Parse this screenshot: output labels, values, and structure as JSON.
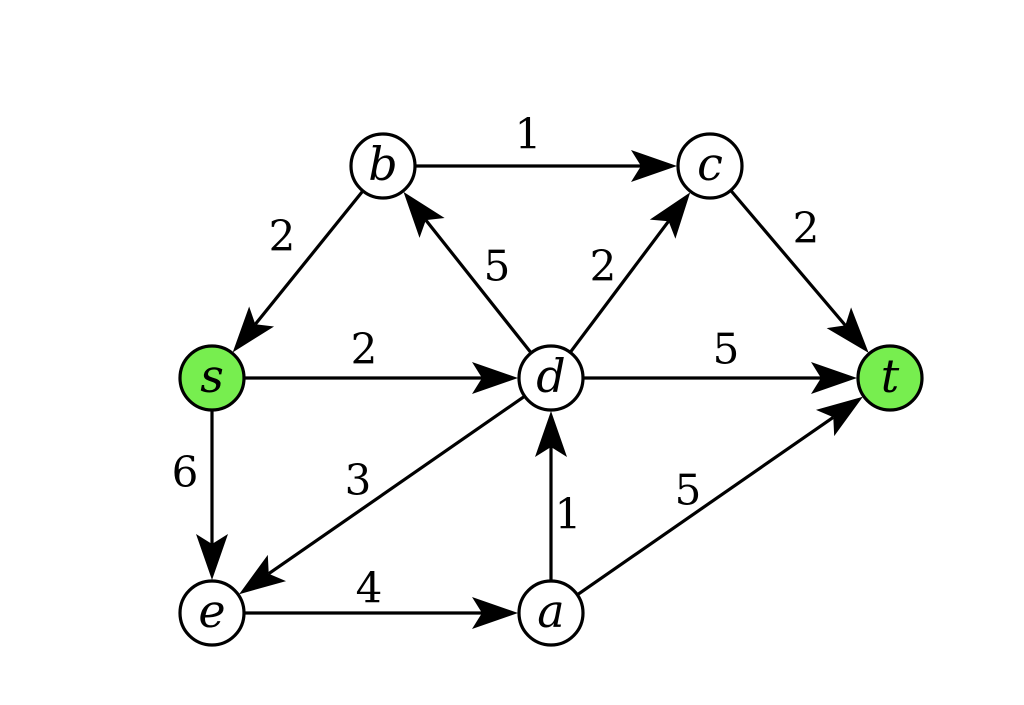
{
  "colors": {
    "highlight": "#77ee4f",
    "node_fill": "#ffffff",
    "stroke": "#000000",
    "background": "#ffffff"
  },
  "nodes": [
    {
      "id": "s",
      "label": "s",
      "highlighted": true
    },
    {
      "id": "b",
      "label": "b",
      "highlighted": false
    },
    {
      "id": "c",
      "label": "c",
      "highlighted": false
    },
    {
      "id": "d",
      "label": "d",
      "highlighted": false
    },
    {
      "id": "t",
      "label": "t",
      "highlighted": true
    },
    {
      "id": "e",
      "label": "e",
      "highlighted": false
    },
    {
      "id": "a",
      "label": "a",
      "highlighted": false
    }
  ],
  "edges": [
    {
      "from": "b",
      "to": "c",
      "weight": "1"
    },
    {
      "from": "b",
      "to": "s",
      "weight": "2"
    },
    {
      "from": "d",
      "to": "b",
      "weight": "5"
    },
    {
      "from": "d",
      "to": "c",
      "weight": "2"
    },
    {
      "from": "c",
      "to": "t",
      "weight": "2"
    },
    {
      "from": "s",
      "to": "d",
      "weight": "2"
    },
    {
      "from": "d",
      "to": "t",
      "weight": "5"
    },
    {
      "from": "s",
      "to": "e",
      "weight": "6"
    },
    {
      "from": "d",
      "to": "e",
      "weight": "3"
    },
    {
      "from": "a",
      "to": "d",
      "weight": "1"
    },
    {
      "from": "a",
      "to": "t",
      "weight": "5"
    },
    {
      "from": "e",
      "to": "a",
      "weight": "4"
    }
  ]
}
